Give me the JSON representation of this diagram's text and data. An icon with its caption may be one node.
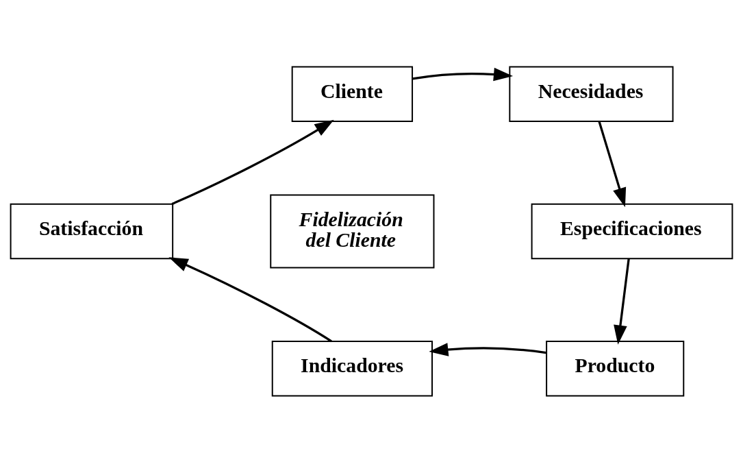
{
  "diagram": {
    "nodes": [
      {
        "text": [
          "Cliente"
        ]
      },
      {
        "text": [
          "Necesidades"
        ]
      },
      {
        "text": [
          "Especificaciones"
        ]
      },
      {
        "text": [
          "Producto"
        ]
      },
      {
        "text": [
          "Indicadores"
        ]
      },
      {
        "text": [
          "Satisfacción"
        ]
      },
      {
        "text": [
          "Fidelización del Cliente"
        ]
      }
    ],
    "edges": [
      {
        "from": 0,
        "to": 1,
        "arrow": "to"
      },
      {
        "from": 1,
        "to": 2,
        "arrow": "to"
      },
      {
        "from": 2,
        "to": 3,
        "arrow": "to"
      },
      {
        "from": 3,
        "to": 4,
        "arrow": "to"
      },
      {
        "from": 4,
        "to": 5,
        "arrow": "to"
      },
      {
        "from": 5,
        "to": 0,
        "arrow": "to"
      }
    ]
  }
}
